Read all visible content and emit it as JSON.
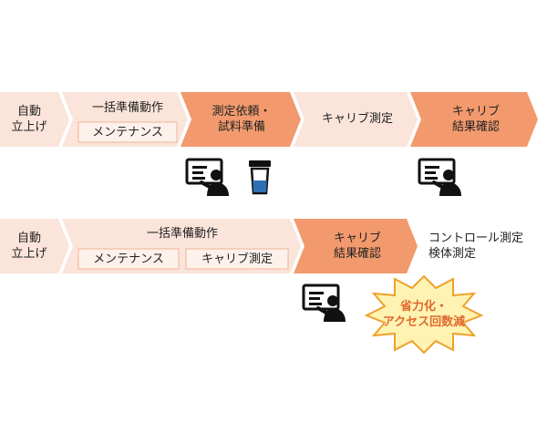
{
  "colors": {
    "light_step": "#fbe4da",
    "dark_step": "#f29a6e",
    "inner_box_border": "#f2b596",
    "burst_fill": "#fff3b3",
    "burst_stroke": "#f0a02a",
    "burst_text": "#e06a2e",
    "icon": "#111111",
    "cup_liquid": "#2f6fb5"
  },
  "row1": {
    "step1": "自動\n立上げ",
    "step2_title": "一括準備動作",
    "step2_sub": "メンテナンス",
    "step3": "測定依頼・\n試料準備",
    "step4": "キャリブ測定",
    "step5": "キャリブ\n結果確認"
  },
  "row2": {
    "step1": "自動\n立上げ",
    "step2_title": "一括準備動作",
    "step2_sub_a": "メンテナンス",
    "step2_sub_b": "キャリブ測定",
    "step3": "キャリブ\n結果確認",
    "step4": "コントロール測定\n検体測定"
  },
  "burst": {
    "text": "省力化・\nアクセス回数減"
  },
  "icons": {
    "row1_operator": "operator-at-terminal-icon",
    "row1_cup": "sample-cup-icon",
    "row1_operator_2": "operator-at-terminal-icon",
    "row2_operator": "operator-at-terminal-icon"
  }
}
